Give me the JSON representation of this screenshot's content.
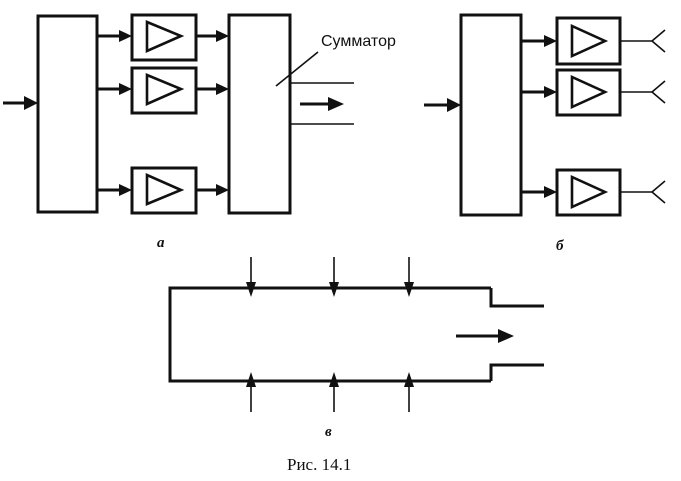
{
  "diagram": {
    "summator_label": "Сумматор",
    "label_a": "а",
    "label_b": "б",
    "label_v": "в",
    "caption": "Рис. 14.1"
  }
}
